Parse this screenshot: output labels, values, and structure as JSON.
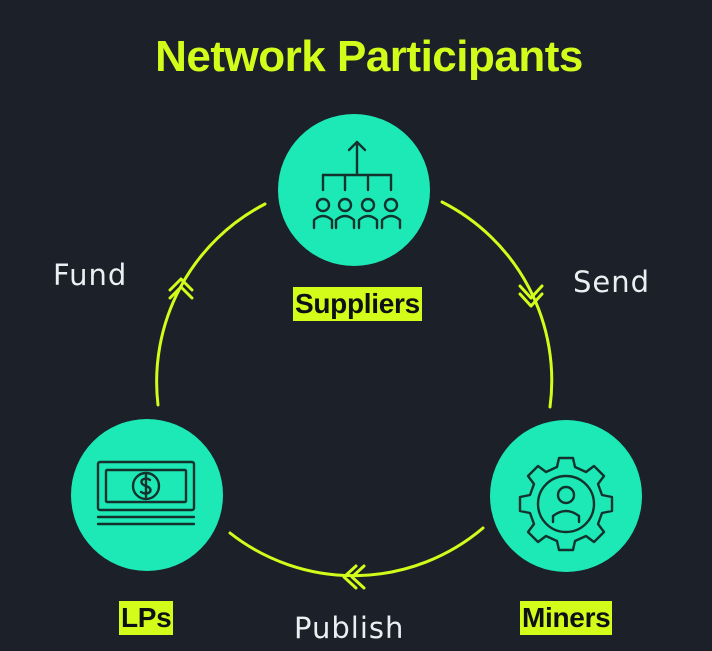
{
  "title": "Network Participants",
  "colors": {
    "background": "#1b2029",
    "accent": "#d4fc1b",
    "node_fill": "#1de9b6",
    "icon_stroke": "#14322d",
    "label_text": "#eceff2"
  },
  "nodes": {
    "suppliers": {
      "label": "Suppliers",
      "icon": "team-hierarchy-icon"
    },
    "miners": {
      "label": "Miners",
      "icon": "gear-person-icon"
    },
    "lps": {
      "label": "LPs",
      "icon": "cash-stack-icon"
    }
  },
  "edges": {
    "send": {
      "label": "Send",
      "from": "Suppliers",
      "to": "Miners"
    },
    "publish": {
      "label": "Publish",
      "from": "Miners",
      "to": "LPs"
    },
    "fund": {
      "label": "Fund",
      "from": "LPs",
      "to": "Suppliers"
    }
  }
}
